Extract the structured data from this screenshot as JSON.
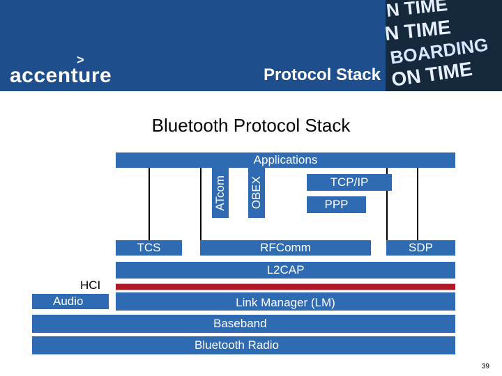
{
  "header": {
    "logo_text": "accenture",
    "title": "Protocol Stack",
    "photo_lines": [
      "N TIME",
      "N TIME",
      "BOARDING",
      "ON TIME"
    ]
  },
  "slide": {
    "title": "Bluetooth Protocol Stack",
    "page_number": "39"
  },
  "stack": {
    "applications": "Applications",
    "atcom": "ATcom",
    "obex": "OBEX",
    "tcpip": "TCP/IP",
    "ppp": "PPP",
    "tcs": "TCS",
    "rfcomm": "RFComm",
    "sdp": "SDP",
    "l2cap": "L2CAP",
    "hci": "HCI",
    "audio": "Audio",
    "link_manager": "Link Manager (LM)",
    "baseband": "Baseband",
    "radio": "Bluetooth Radio"
  },
  "colors": {
    "header_bg": "#1e4e8c",
    "box_bg": "#2f6bb3",
    "hci_bar": "#b0182a"
  }
}
